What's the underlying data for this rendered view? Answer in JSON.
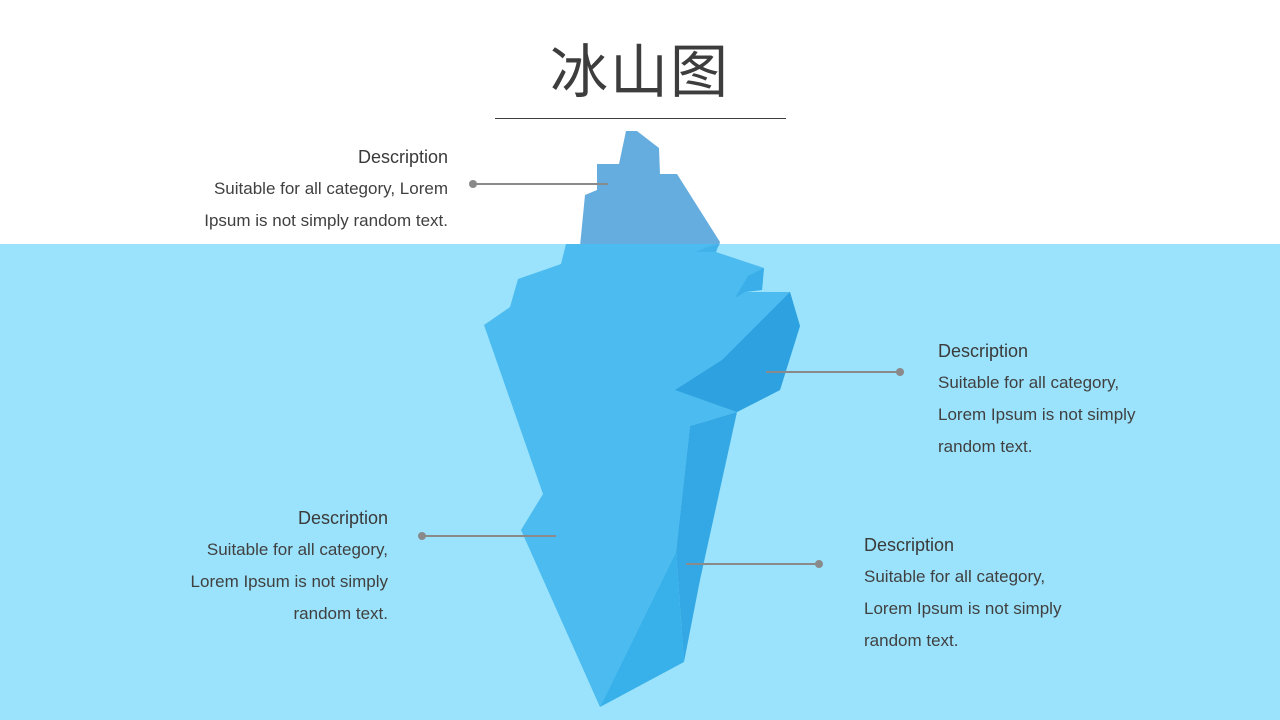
{
  "title": "冰山图",
  "colors": {
    "water": "#9be3fc",
    "tip": "#66addf",
    "body_light": "#4cbbef",
    "body_dark": "#2ea2e0",
    "body_mid": "#38b0ea",
    "connector": "#8a8a8a"
  },
  "descriptions": [
    {
      "heading": "Description",
      "lines": [
        "Suitable for all category, Lorem",
        "Ipsum is not simply random text."
      ]
    },
    {
      "heading": "Description",
      "lines": [
        "Suitable for all category,",
        "Lorem Ipsum is not simply",
        "random text."
      ]
    },
    {
      "heading": "Description",
      "lines": [
        "Suitable for all category,",
        "Lorem Ipsum is not simply",
        "random text."
      ]
    },
    {
      "heading": "Description",
      "lines": [
        "Suitable for all category,",
        "Lorem Ipsum is not simply",
        "random text."
      ]
    }
  ]
}
